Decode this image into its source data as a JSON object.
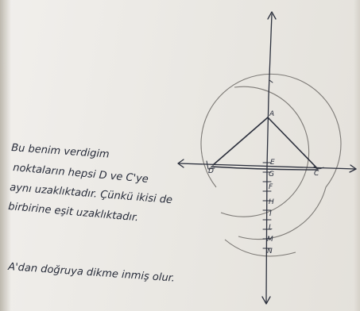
{
  "sheet": {
    "paper_color": "#ece9e3",
    "ink_color": "#272c3a",
    "pencil_color": "#7d7a76"
  },
  "figure": {
    "points": {
      "A": "A",
      "D": "D",
      "C": "C",
      "E": "E",
      "G": "G",
      "F": "F",
      "H": "H",
      "I": "I",
      "L": "L",
      "M": "M",
      "N": "N"
    }
  },
  "explanation": {
    "lines": [
      "Bu benim verdigim",
      "noktaların hepsi D ve C'ye",
      "aynı uzaklıktadır. Çünkü ikisi de",
      "birbirine eşit uzaklıktadır."
    ],
    "conclusion": "A'dan doğruya dikme inmiş olur."
  }
}
